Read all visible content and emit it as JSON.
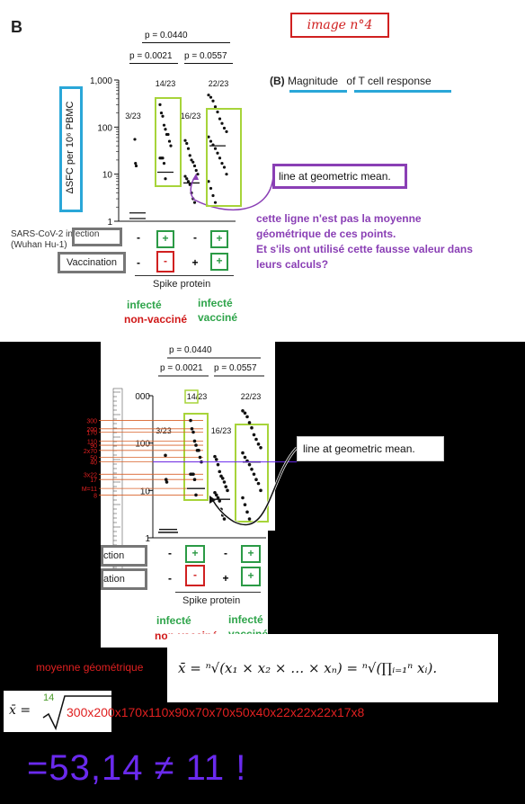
{
  "panel_letter": "B",
  "image_tag": "image n°4",
  "header": {
    "paren": "(B)",
    "word1": "Magnitude",
    "word2": "of T cell response"
  },
  "stats": {
    "p_top": "p = 0.0440",
    "p_left": "p = 0.0021",
    "p_right": "p = 0.0557"
  },
  "counts": [
    "3/23",
    "14/23",
    "16/23",
    "22/23"
  ],
  "ylabel": "ΔSFC per 10⁶ PBMC",
  "yticks": [
    "1,000",
    "100",
    "10",
    "1"
  ],
  "rows": {
    "infection": {
      "label": "SARS-CoV-2 infection",
      "label2": "(Wuhan Hu-1)",
      "signs": [
        "-",
        "+",
        "-",
        "+"
      ]
    },
    "vaccination": {
      "label": "Vaccination",
      "signs": [
        "-",
        "-",
        "+",
        "+"
      ]
    }
  },
  "xlabel": "Spike protein",
  "callout": "line at geometric mean.",
  "comment": [
    "cette ligne n'est pas la moyenne",
    "géométrique de ces points.",
    "Et s'ils ont utilisé cette fausse valeur dans",
    "leurs calculs?"
  ],
  "group_labels": {
    "g2_line1": "infecté",
    "g2_line2": "non-vacciné",
    "g4_line1": "infecté",
    "g4_line2": "vacciné"
  },
  "bottom": {
    "label_geo": "moyenne géométrique",
    "formula": "x̄ = ⁿ√(x₁ × x₂ × … × xₙ) = ⁿ√(∏ᵢ₌₁ⁿ xᵢ).",
    "xbar": "x̄ =",
    "root_index": "14",
    "product": "300x200x170x110x90x70x70x50x40x22x22x22x17x8",
    "result": "=53,14  ≠  11  !",
    "ruler_labels": [
      "300",
      "200",
      "170",
      "110",
      "90",
      "2x70",
      "50",
      "40",
      "3x22",
      "17",
      "M=11",
      "8"
    ],
    "row_labels": [
      "ction",
      "ation"
    ],
    "ruler_ticks": [
      "000",
      "100",
      "10",
      "1"
    ]
  },
  "chart_data": {
    "type": "scatter",
    "title": "Magnitude of T cell response",
    "xlabel": "Spike protein",
    "ylabel": "ΔSFC per 10⁶ PBMC",
    "yscale": "log",
    "ylim": [
      1,
      1000
    ],
    "categories": [
      "infection - / vaccination -",
      "infection + / vaccination -",
      "infection - / vaccination +",
      "infection + / vaccination +"
    ],
    "groups": [
      {
        "count": "3/23",
        "values": [
          55,
          17,
          15
        ],
        "mean_line": 1.5
      },
      {
        "count": "14/23",
        "values": [
          300,
          200,
          170,
          110,
          90,
          70,
          70,
          50,
          40,
          22,
          22,
          22,
          17,
          8
        ],
        "mean_line": 11
      },
      {
        "count": "16/23",
        "values": [
          52,
          45,
          35,
          25,
          20,
          18,
          15,
          12,
          10,
          9,
          8,
          7,
          6,
          4,
          3,
          2.5
        ],
        "mean_line": 6.5
      },
      {
        "count": "22/23",
        "values": [
          480,
          430,
          360,
          270,
          210,
          150,
          120,
          95,
          80,
          62,
          50,
          42,
          35,
          28,
          22,
          17,
          14,
          10,
          7,
          5,
          3.5,
          2.5
        ],
        "mean_line": 40
      }
    ],
    "grid": false,
    "legend": "none"
  }
}
